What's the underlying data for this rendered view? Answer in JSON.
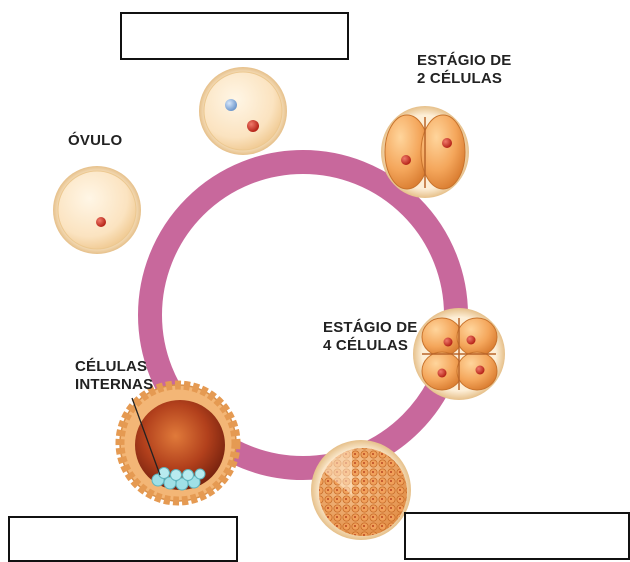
{
  "labels": {
    "ovulo": "ÓVULO",
    "two_cell_line1": "ESTÁGIO DE",
    "two_cell_line2": "2 CÉLULAS",
    "four_cell_line1": "ESTÁGIO DE",
    "four_cell_line2": "4 CÉLULAS",
    "inner_cells_line1": "CÉLULAS",
    "inner_cells_line2": "INTERNAS"
  },
  "answer_boxes": [
    {
      "id": "top",
      "value": ""
    },
    {
      "id": "bottom-left",
      "value": ""
    },
    {
      "id": "bottom-right",
      "value": ""
    }
  ],
  "colors": {
    "cycle_ring": "#c8689c",
    "egg_fill": "#fbe3c0",
    "egg_edge": "#e9c58f",
    "nucleus": "#d1372b",
    "sperm_nucleus": "#8ab2e0",
    "cell_orange": "#f2a55a",
    "blastocyst_cavity": "#a8361a",
    "inner_cells": "#9fe0e6"
  }
}
